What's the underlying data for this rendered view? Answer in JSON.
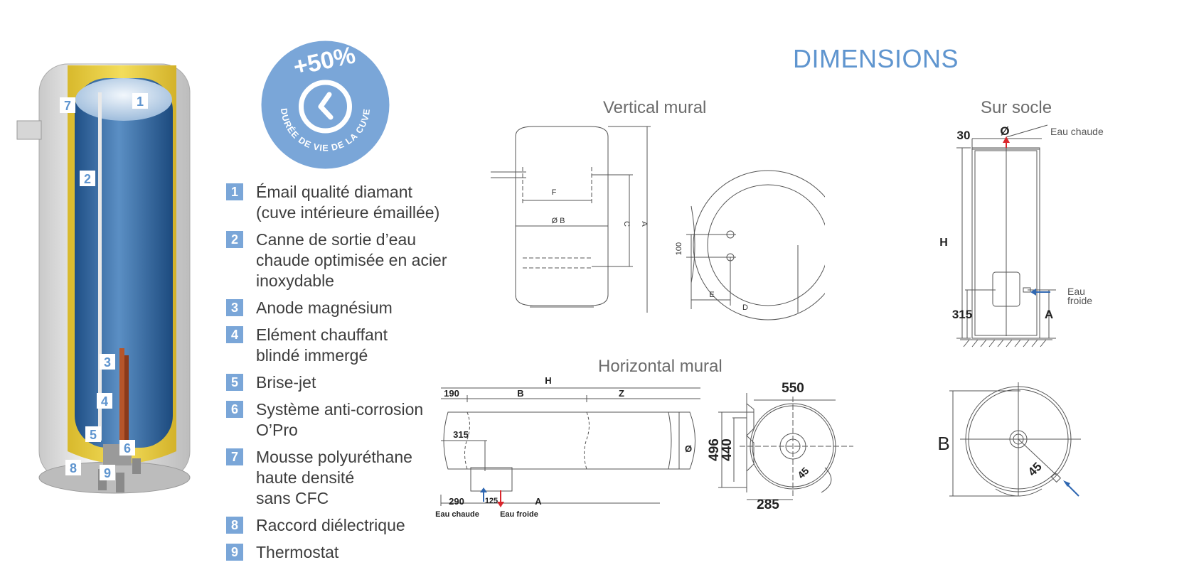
{
  "badge": {
    "percent": "+50%",
    "caption": "DURÉE DE VIE DE LA CUVE"
  },
  "heater_callouts": [
    "1",
    "2",
    "3",
    "4",
    "5",
    "6",
    "7",
    "8",
    "9"
  ],
  "legend": [
    {
      "num": "1",
      "lines": [
        "Émail qualité diamant",
        "(cuve intérieure émaillée)"
      ]
    },
    {
      "num": "2",
      "lines": [
        "Canne de sortie d’eau",
        "chaude optimisée en acier",
        "inoxydable"
      ]
    },
    {
      "num": "3",
      "lines": [
        "Anode magnésium"
      ]
    },
    {
      "num": "4",
      "lines": [
        "Elément chauffant",
        "blindé immergé"
      ]
    },
    {
      "num": "5",
      "lines": [
        "Brise-jet"
      ]
    },
    {
      "num": "6",
      "lines": [
        "Système anti-corrosion",
        "O’Pro"
      ]
    },
    {
      "num": "7",
      "lines": [
        "Mousse polyuréthane",
        "haute densité",
        "sans CFC"
      ]
    },
    {
      "num": "8",
      "lines": [
        "Raccord diélectrique"
      ]
    },
    {
      "num": "9",
      "lines": [
        "Thermostat"
      ]
    }
  ],
  "dimensions_title": "DIMENSIONS",
  "vertical_mural": {
    "title": "Vertical mural",
    "labels": {
      "F": "F",
      "B": "Ø B",
      "C": "C",
      "A": "A",
      "h100": "100",
      "E": "E",
      "D": "D"
    }
  },
  "horizontal_mural": {
    "title": "Horizontal mural",
    "labels": {
      "H": "H",
      "v190": "190",
      "B": "B",
      "Z": "Z",
      "v315": "315",
      "phi": "Ø",
      "v290": "290",
      "v125": "125",
      "A": "A",
      "hot": "Eau chaude",
      "cold": "Eau froide",
      "v550": "550",
      "v496": "496",
      "v440": "440",
      "v45": "45",
      "v285": "285"
    }
  },
  "sur_socle": {
    "title": "Sur socle",
    "labels": {
      "v30": "30",
      "phi": "Ø",
      "hot": "Eau chaude",
      "H": "H",
      "cold_1": "Eau",
      "cold_2": "froide",
      "v315": "315",
      "A": "A",
      "B": "B",
      "v45": "45"
    }
  },
  "colors": {
    "accent": "#5f95cf",
    "badge": "#7aa6d8",
    "hot": "#d9262c",
    "cold": "#2f67b1",
    "tank_yellow": "#ecd24a",
    "tank_blue": "#3f72a8"
  }
}
